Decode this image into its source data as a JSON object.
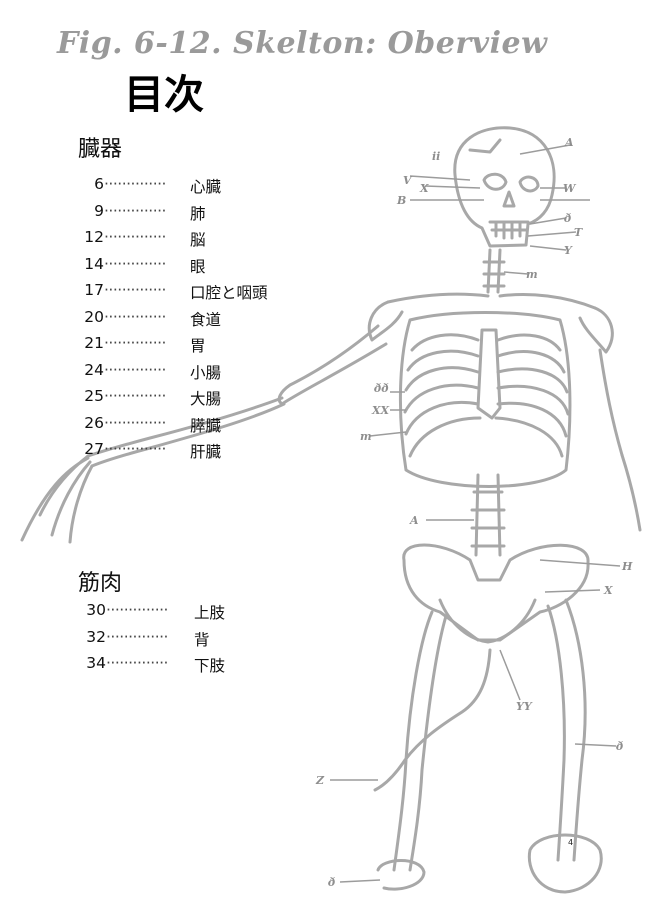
{
  "figure": {
    "caption": "Fig. 6-12. Skelton: Oberview",
    "labels": [
      "ii",
      "A",
      "V",
      "X",
      "W",
      "B",
      "ð",
      "T",
      "Y",
      "m",
      "ðð",
      "XX",
      "m",
      "A",
      "H",
      "X",
      "YY",
      "Z",
      "ð",
      "ð"
    ]
  },
  "title": "目次",
  "sections": {
    "organs": {
      "heading": "臓器",
      "dots": "··············",
      "items": [
        {
          "page": "6",
          "label": "心臓"
        },
        {
          "page": "9",
          "label": "肺"
        },
        {
          "page": "12",
          "label": "脳"
        },
        {
          "page": "14",
          "label": "眼"
        },
        {
          "page": "17",
          "label": "口腔と咽頭"
        },
        {
          "page": "20",
          "label": "食道"
        },
        {
          "page": "21",
          "label": "胃"
        },
        {
          "page": "24",
          "label": "小腸"
        },
        {
          "page": "25",
          "label": "大腸"
        },
        {
          "page": "26",
          "label": "膵臓"
        },
        {
          "page": "27",
          "label": "肝臓"
        }
      ]
    },
    "muscles": {
      "heading": "筋肉",
      "dots": "··············",
      "items": [
        {
          "page": "30",
          "label": "上肢"
        },
        {
          "page": "32",
          "label": "背"
        },
        {
          "page": "34",
          "label": "下肢"
        }
      ]
    }
  },
  "page_number": "4",
  "colors": {
    "line": "#a8a8a8",
    "text": "#111111",
    "caption": "#9a9a9a"
  }
}
